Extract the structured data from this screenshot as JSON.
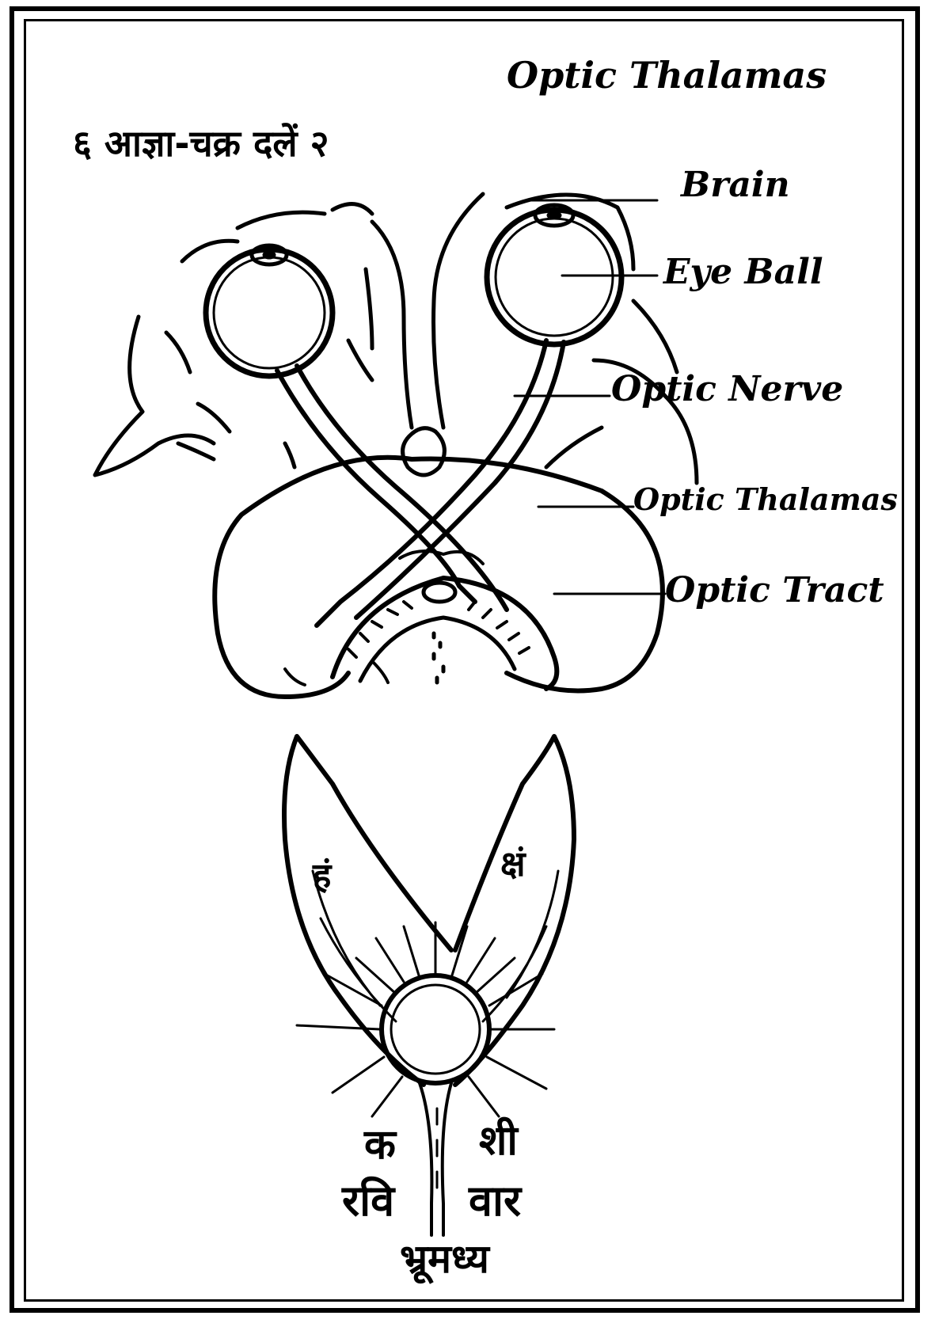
{
  "header": {
    "title": "Optic Thalamas",
    "chakra_heading": "६ आज्ञा-चक्र दलें २"
  },
  "labels": {
    "brain": "Brain",
    "eye_ball": "Eye Ball",
    "optic_nerve": "Optic Nerve",
    "optic_thalamas": "Optic Thalamas",
    "optic_tract": "Optic Tract"
  },
  "chakra": {
    "left_petal_syllable": "हं",
    "right_petal_syllable": "क्षं",
    "left_word_top": "क",
    "right_word_top": "शी",
    "left_word_bottom": "रवि",
    "right_word_bottom": "वार",
    "base_label": "भ्रूमध्य"
  },
  "colors": {
    "ink": "#000000",
    "paper": "#ffffff"
  }
}
